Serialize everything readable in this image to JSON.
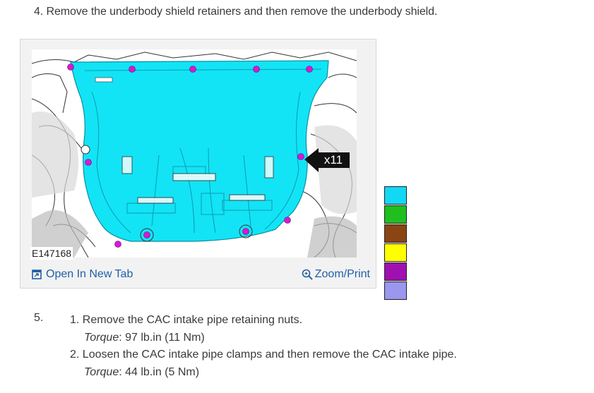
{
  "step4": {
    "text": "4. Remove the underbody shield retainers and then remove the underbody shield."
  },
  "figure": {
    "id_label": "E147168",
    "callout": "x11",
    "open_tab_label": "Open In New Tab",
    "zoom_print_label": "Zoom/Print",
    "colors": {
      "shield": "#12e4f5",
      "fastener": "#d21bd2",
      "link": "#1f5fa6"
    }
  },
  "swatches": [
    "#12d8f4",
    "#1fbf1f",
    "#8b4513",
    "#ffff00",
    "#a010b0",
    "#9b96ee"
  ],
  "step5": {
    "number": "5.",
    "items": [
      {
        "text": "1. Remove the CAC intake pipe retaining nuts.",
        "torque_label": "Torque",
        "torque_value": ": 97 lb.in (11 Nm)"
      },
      {
        "text": "2. Loosen the CAC intake pipe clamps and then remove the CAC intake pipe.",
        "torque_label": "Torque",
        "torque_value": ": 44 lb.in (5 Nm)"
      }
    ]
  }
}
